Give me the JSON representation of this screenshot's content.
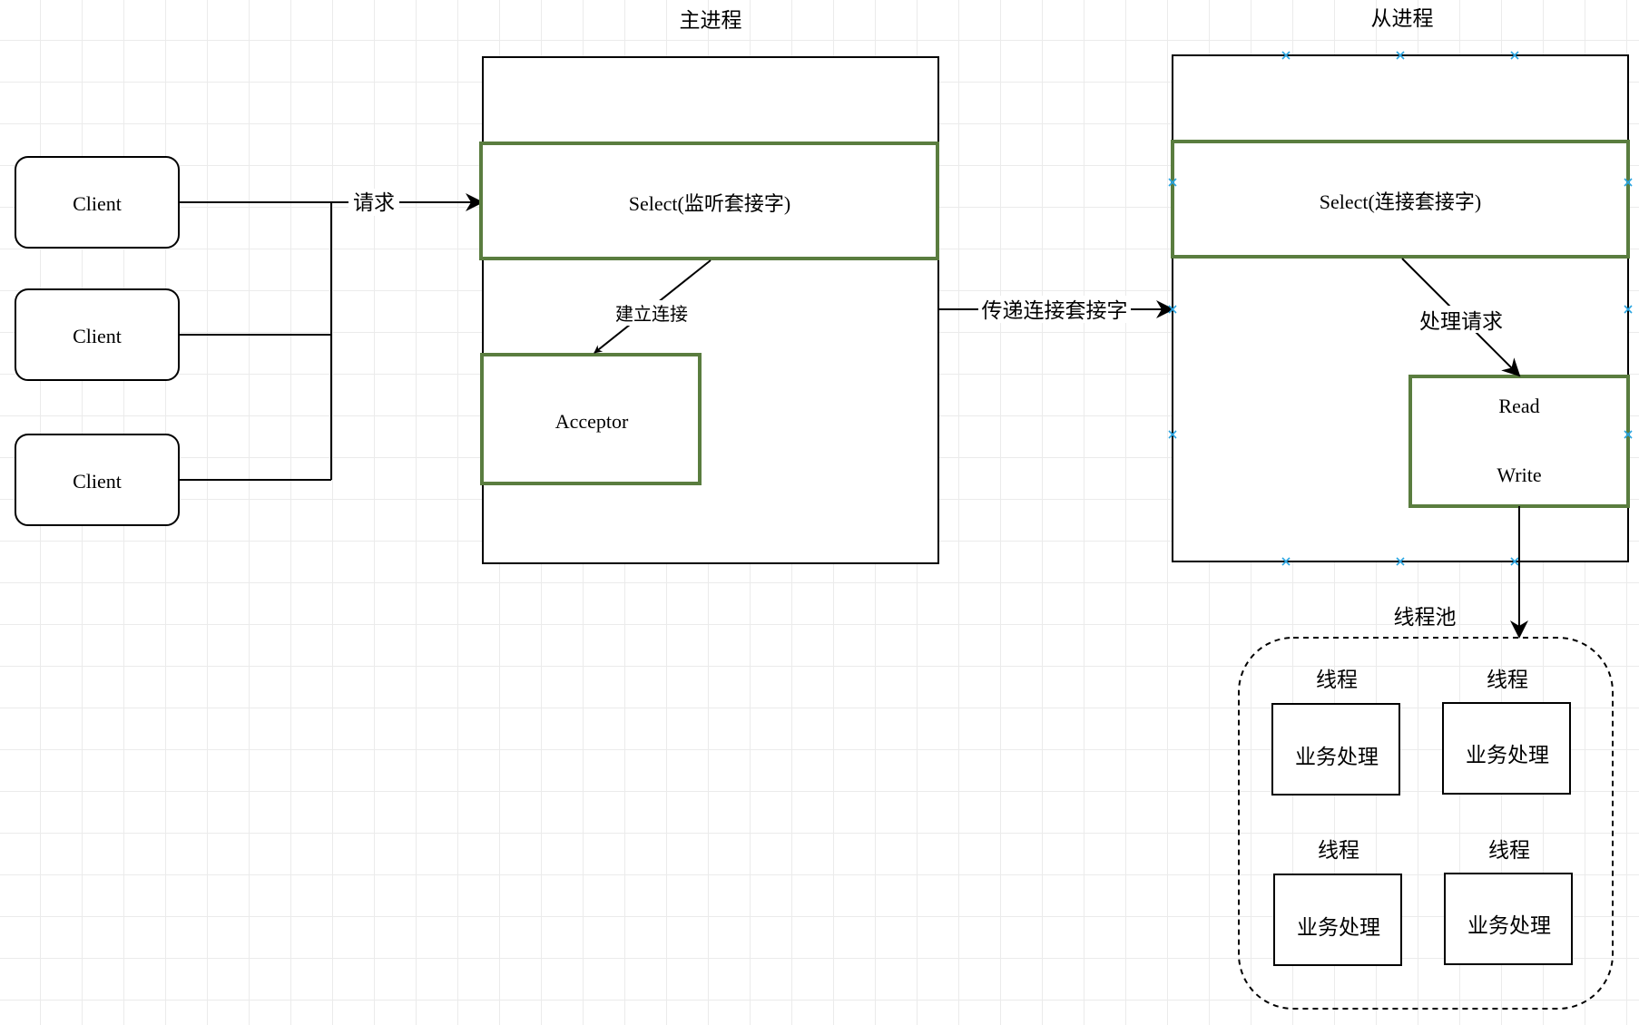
{
  "titles": {
    "main_process": "主进程",
    "sub_process": "从进程",
    "thread_pool": "线程池"
  },
  "clients": [
    "Client",
    "Client",
    "Client"
  ],
  "main": {
    "select": "Select(监听套接字)",
    "acceptor": "Acceptor",
    "accept_label": "建立连接"
  },
  "sub": {
    "select": "Select(连接套接字)",
    "read": "Read",
    "write": "Write",
    "handle_label": "处理请求"
  },
  "edges": {
    "request": "请求",
    "pass_socket": "传递连接套接字"
  },
  "pool": {
    "threads": [
      {
        "title": "线程",
        "task": "业务处理"
      },
      {
        "title": "线程",
        "task": "业务处理"
      },
      {
        "title": "线程",
        "task": "业务处理"
      },
      {
        "title": "线程",
        "task": "业务处理"
      }
    ]
  },
  "colors": {
    "green_border": "#5a7d3f",
    "selection_marker": "#29a3e0",
    "stroke": "#000000"
  }
}
